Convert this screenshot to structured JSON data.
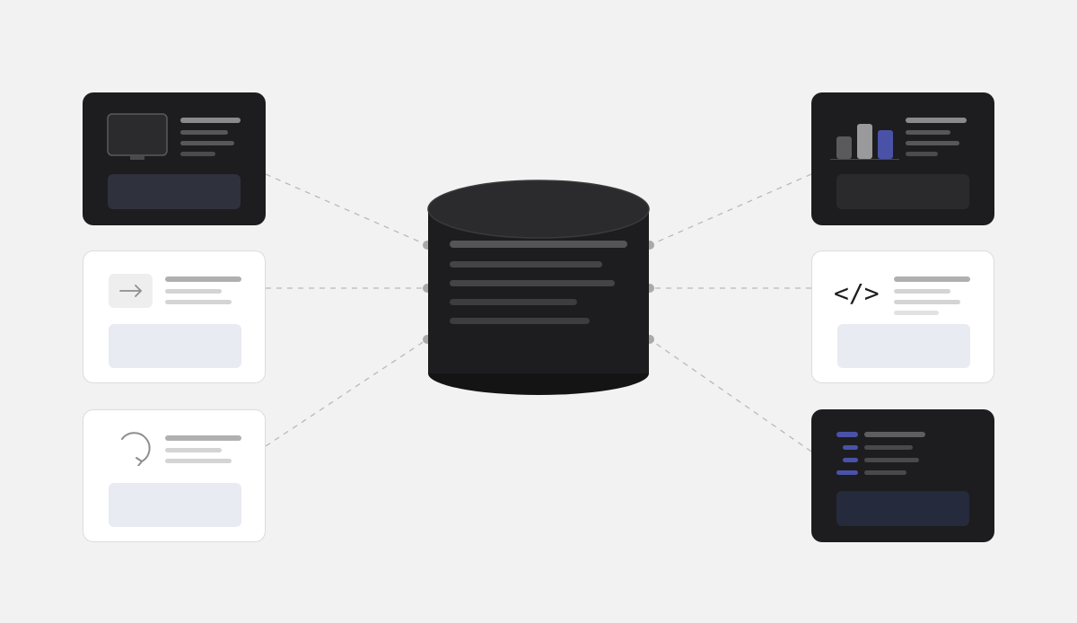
{
  "colors": {
    "background": "#f2f2f2",
    "card_dark": "#1d1d1f",
    "card_light": "#ffffff",
    "accent_blue": "#4a52a8",
    "connector": "#b9b9b9"
  },
  "cards": [
    {
      "id": "top-left",
      "theme": "dark",
      "icon": "monitor-icon"
    },
    {
      "id": "mid-left",
      "theme": "light",
      "icon": "arrow-right-icon"
    },
    {
      "id": "bottom-left",
      "theme": "light",
      "icon": "refresh-icon"
    },
    {
      "id": "top-right",
      "theme": "dark",
      "icon": "bar-chart-icon"
    },
    {
      "id": "mid-right",
      "theme": "light",
      "icon": "code-icon",
      "icon_text": "</>"
    },
    {
      "id": "bottom-right",
      "theme": "dark",
      "icon": "list-icon"
    }
  ],
  "hub": {
    "icon": "database-icon"
  }
}
